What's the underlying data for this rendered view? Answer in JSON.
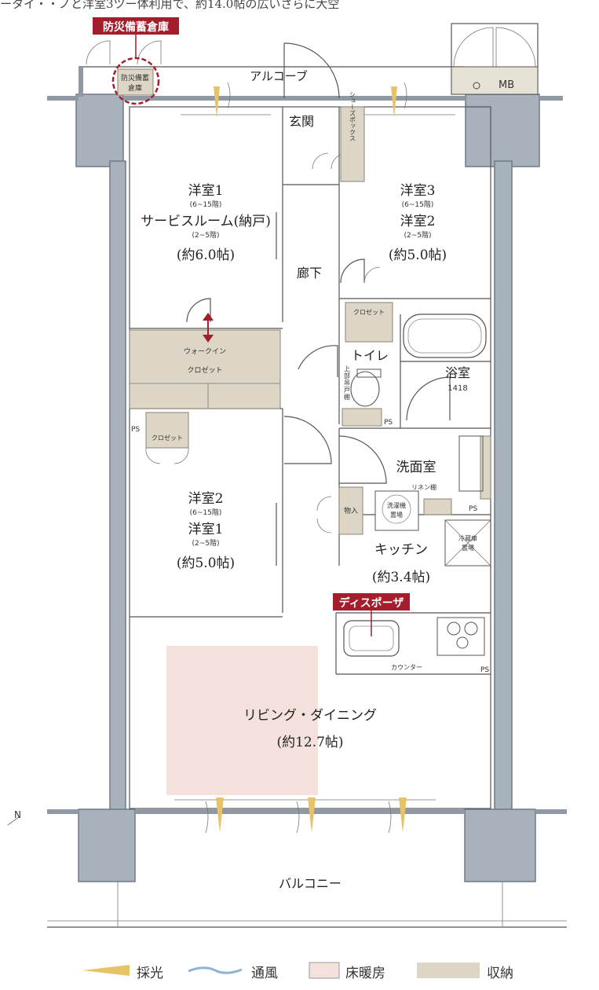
{
  "header_strip": "ータイ・・ノと洋室3ツー体利用で、約14.0帖の広いさらに大空",
  "callouts": {
    "disaster_storage": "防災備蓄倉庫",
    "disposer": "ディスポーザ"
  },
  "small_labels": {
    "disaster_storage_inner_1": "防災備蓄",
    "disaster_storage_inner_2": "倉庫",
    "mb": "MB",
    "shoe_box": "シューズボックス",
    "closet_hall": "クロゼット",
    "closet_room2": "クロゼット",
    "walkin_1": "ウォークイン",
    "walkin_2": "クロゼット",
    "upper_cabinet_1": "上",
    "upper_cabinet_2": "部",
    "upper_cabinet_3": "吊",
    "upper_cabinet_4": "戸",
    "upper_cabinet_5": "棚",
    "ps_1": "PS",
    "ps_2": "PS",
    "ps_3": "PS",
    "ps_4": "PS",
    "linen": "リネン棚",
    "washer_1": "洗濯機",
    "washer_2": "置場",
    "storage": "物入",
    "fridge_1": "冷蔵庫",
    "fridge_2": "置場",
    "counter": "カウンター",
    "bath_size": "1418"
  },
  "rooms": {
    "alcove": "アルコーブ",
    "entrance": "玄関",
    "hallway": "廊下",
    "western1": {
      "name": "洋室1",
      "floors": "(6~15階)",
      "alt_name": "サービスルーム(納戸)",
      "alt_floors": "(2~5階)",
      "size": "(約6.0帖)"
    },
    "western3": {
      "name": "洋室3",
      "floors": "(6~15階)",
      "alt_name": "洋室2",
      "alt_floors": "(2~5階)",
      "size": "(約5.0帖)"
    },
    "western2": {
      "name": "洋室2",
      "floors": "(6~15階)",
      "alt_name": "洋室1",
      "alt_floors": "(2~5階)",
      "size": "(約5.0帖)"
    },
    "toilet": "トイレ",
    "bath": "浴室",
    "washroom": "洗面室",
    "kitchen": {
      "name": "キッチン",
      "size": "(約3.4帖)"
    },
    "living": {
      "name": "リビング・ダイニング",
      "size": "(約12.7帖)"
    },
    "balcony": "バルコニー"
  },
  "north_mark": "N",
  "legend": [
    {
      "label": "採光",
      "kind": "light",
      "color": "#e8c266"
    },
    {
      "label": "通風",
      "kind": "wind",
      "color": "#8fb3d6"
    },
    {
      "label": "床暖房",
      "kind": "swatch",
      "color": "#f4e1db"
    },
    {
      "label": "収納",
      "kind": "swatch",
      "color": "#ddd6c6"
    }
  ],
  "colors": {
    "accent": "#a31d2a",
    "wall": "#a7b2bd",
    "storage": "#ddd6c6",
    "floor_heating": "#f4e1db"
  }
}
